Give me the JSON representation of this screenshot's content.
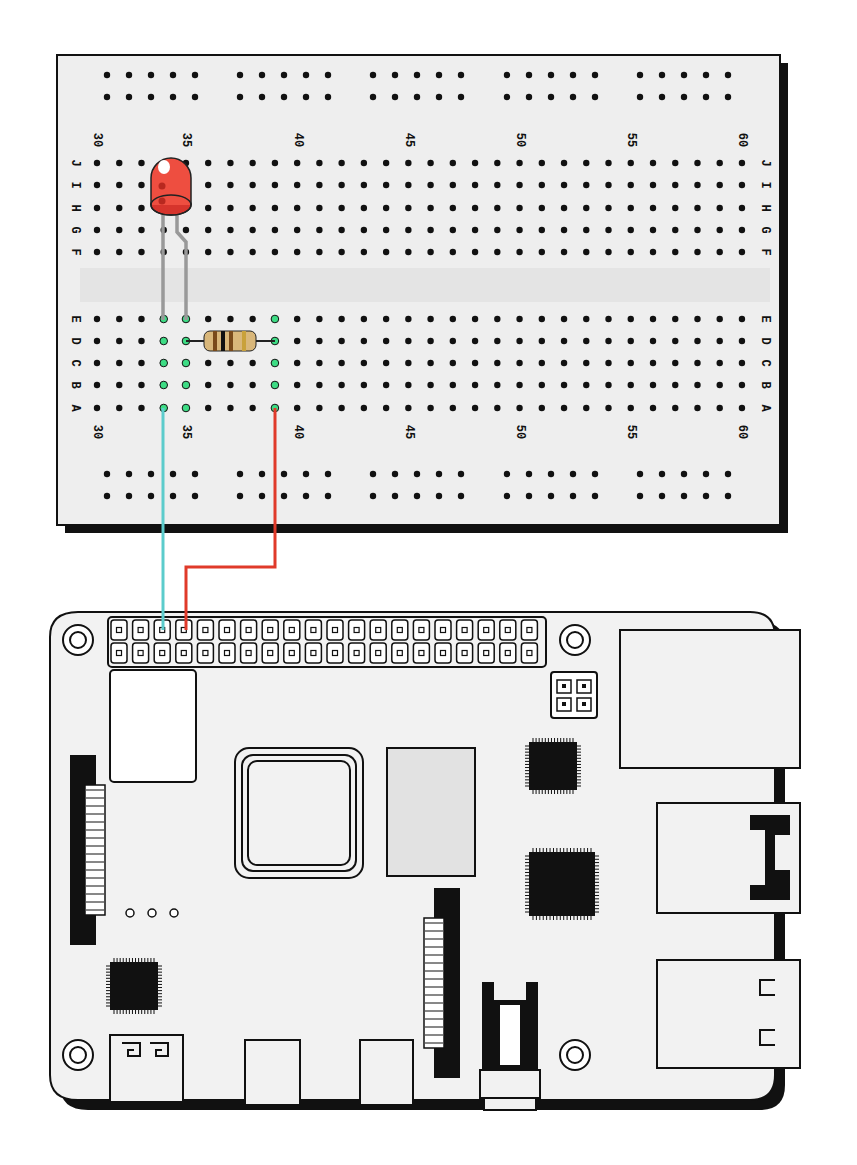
{
  "diagram": {
    "labels": [
      "30",
      "35",
      "40",
      "45",
      "50",
      "55",
      "60",
      "J",
      "I",
      "H",
      "G",
      "F",
      "E",
      "D",
      "C",
      "B",
      "A",
      "J",
      "I",
      "H",
      "G",
      "F",
      "E",
      "D",
      "C",
      "B",
      "A",
      "30",
      "35",
      "40",
      "45",
      "50",
      "55",
      "60"
    ]
  }
}
